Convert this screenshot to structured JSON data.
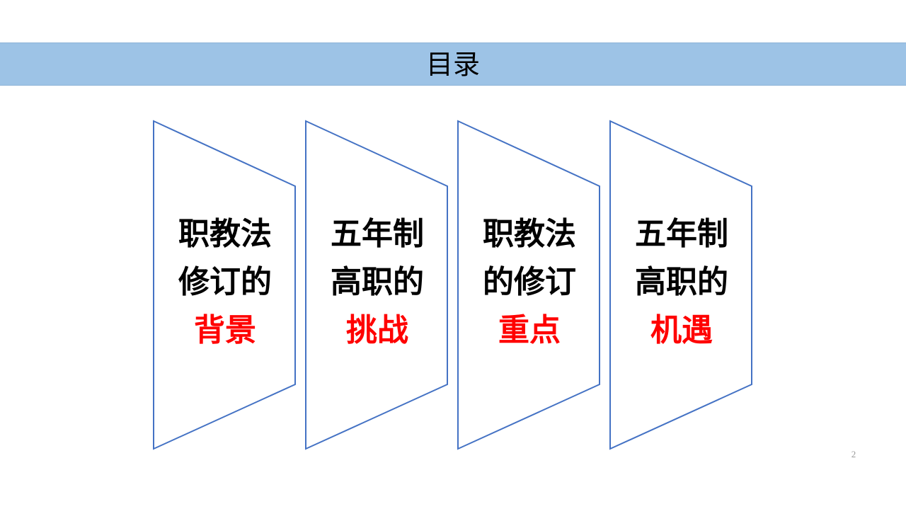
{
  "title": "目录",
  "panels": [
    {
      "line1": "职教法",
      "line2": "修订的",
      "highlight": "背景"
    },
    {
      "line1": "五年制",
      "line2": "高职的",
      "highlight": "挑战"
    },
    {
      "line1": "职教法",
      "line2": "的修订",
      "highlight": "重点"
    },
    {
      "line1": "五年制",
      "line2": "高职的",
      "highlight": "机遇"
    }
  ],
  "page_number": "2",
  "colors": {
    "title_bar": "#9dc3e6",
    "panel_border": "#4472c4",
    "highlight_text": "#ff0000",
    "body_text": "#000000"
  }
}
